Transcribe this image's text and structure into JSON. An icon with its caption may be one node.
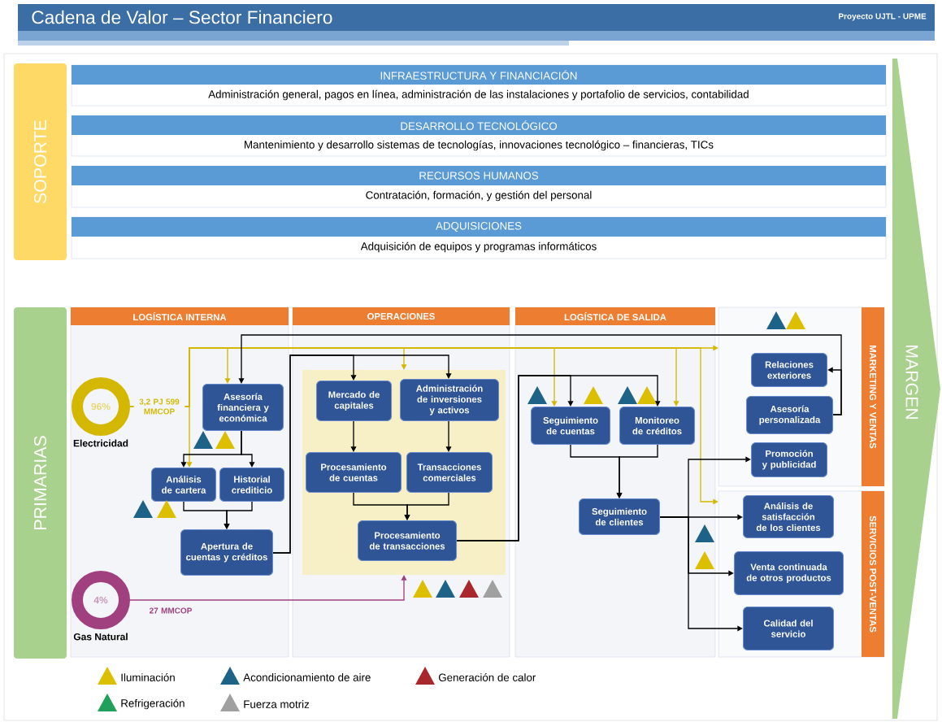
{
  "diagram": {
    "title": "Cadena de Valor – Sector Financiero",
    "nodes": [
      {
        "text": [
          "SOPORTE"
        ]
      },
      {
        "text": [
          "INFRAESTRUCTURA Y FINANCIACIÓN",
          "Administración general, pagos en línea, administración de las instalaciones y portafolio de servicios, contabilidad"
        ]
      },
      {
        "text": [
          "DESARROLLO TECNOLÓGICO",
          "Mantenimiento y desarrollo sistemas de tecnologías, innovaciones tecnológico – financieras, TICs"
        ]
      },
      {
        "text": [
          "RECURSOS HUMANOS",
          "Contratación, formación, y gestión del personal"
        ]
      },
      {
        "text": [
          "ADQUISICIONES",
          "Adquisición de equipos y programas informáticos"
        ]
      },
      {
        "text": [
          "MARGEN"
        ]
      },
      {
        "text": [
          "PRIMARIAS"
        ]
      },
      {
        "text": [
          "LOGÍSTICA INTERNA"
        ]
      },
      {
        "text": [
          "Asesoría financiera y económica"
        ],
        "in": 7
      },
      {
        "text": [
          "Análisis de cartera"
        ],
        "in": 7
      },
      {
        "text": [
          "Historial crediticio"
        ],
        "in": 7
      },
      {
        "text": [
          "Apertura de cuentas y créditos"
        ],
        "in": 7
      },
      {
        "text": [
          "96%"
        ],
        "beside": [
          "Electricidad"
        ],
        "in": 7
      },
      {
        "text": [
          "4%"
        ],
        "beside": [
          "Gas Natural"
        ],
        "in": 7
      },
      {
        "text": [
          "OPERACIONES"
        ]
      },
      {
        "text": [],
        "shape": "box",
        "in": 14
      },
      {
        "text": [
          "Mercado de capitales"
        ],
        "in": 15
      },
      {
        "text": [
          "Administración de inversiones y activos"
        ],
        "in": 15
      },
      {
        "text": [
          "Procesamiento de cuentas"
        ],
        "in": 15
      },
      {
        "text": [
          "Transacciones comerciales"
        ],
        "in": 15
      },
      {
        "text": [
          "Procesamiento de transacciones"
        ],
        "in": 15
      },
      {
        "text": [
          "LOGÍSTICA DE SALIDA"
        ]
      },
      {
        "text": [
          "Seguimiento de cuentas"
        ],
        "in": 21
      },
      {
        "text": [
          "Monitoreo de créditos"
        ],
        "in": 21
      },
      {
        "text": [
          "Seguimiento de clientes"
        ],
        "in": 21
      },
      {
        "text": [
          "MARKETING Y VENTAS"
        ]
      },
      {
        "text": [
          "Relaciones exteriores"
        ],
        "in": 25
      },
      {
        "text": [
          "Asesoría personalizada"
        ],
        "in": 25
      },
      {
        "text": [
          "Promoción y publicidad"
        ],
        "in": 25
      },
      {
        "text": [
          "SERVICIOS POST-VENTAS"
        ]
      },
      {
        "text": [
          "Análisis de satisfacción de los clientes"
        ],
        "in": 29
      },
      {
        "text": [
          "Venta continuada de otros productos"
        ],
        "in": 29
      },
      {
        "text": [
          "Calidad del servicio"
        ],
        "in": 29
      }
    ],
    "edges": [
      {
        "from": 12,
        "to": 8,
        "arrow": "to",
        "color": "#d4b800",
        "label": "3,2 PJ 599 MMCOP"
      },
      {
        "from": 12,
        "to": 9,
        "arrow": "to",
        "color": "#d4b800"
      },
      {
        "from": 12,
        "to": 15,
        "arrow": "to",
        "color": "#d4b800"
      },
      {
        "from": 12,
        "to": 22,
        "arrow": "to",
        "color": "#d4b800"
      },
      {
        "from": 12,
        "to": 23,
        "arrow": "to",
        "color": "#d4b800"
      },
      {
        "from": 12,
        "to": 25,
        "arrow": "to",
        "color": "#d4b800"
      },
      {
        "from": 12,
        "to": 29,
        "arrow": "to",
        "color": "#d4b800"
      },
      {
        "from": 13,
        "to": 15,
        "arrow": "to",
        "color": "#a0407f",
        "label": "27 MMCOP"
      },
      {
        "from": 27,
        "to": 8,
        "arrow": "to"
      },
      {
        "from": 27,
        "to": 26,
        "arrow": "to"
      },
      {
        "from": 8,
        "to": 9,
        "arrow": "to"
      },
      {
        "from": 8,
        "to": 10,
        "arrow": "to"
      },
      {
        "from": 9,
        "to": 11,
        "arrow": "to"
      },
      {
        "from": 10,
        "to": 11,
        "arrow": "to"
      },
      {
        "from": 11,
        "to": 16,
        "arrow": "to"
      },
      {
        "from": 11,
        "to": 17,
        "arrow": "to"
      },
      {
        "from": 16,
        "to": 18,
        "arrow": "to"
      },
      {
        "from": 17,
        "to": 19,
        "arrow": "to"
      },
      {
        "from": 18,
        "to": 20,
        "arrow": "to"
      },
      {
        "from": 19,
        "to": 20,
        "arrow": "to"
      },
      {
        "from": 20,
        "to": 22,
        "arrow": "to"
      },
      {
        "from": 20,
        "to": 23,
        "arrow": "to"
      },
      {
        "from": 22,
        "to": 24,
        "arrow": "to"
      },
      {
        "from": 23,
        "to": 24,
        "arrow": "to"
      },
      {
        "from": 24,
        "to": 30,
        "arrow": "to"
      },
      {
        "from": 24,
        "to": 28,
        "arrow": "to"
      },
      {
        "from": 24,
        "to": 31,
        "arrow": "to"
      },
      {
        "from": 24,
        "to": 32,
        "arrow": "to"
      }
    ],
    "labels": [
      "Proyecto UJTL - UPME"
    ],
    "legend": [
      {
        "text": "Iluminación",
        "color": "#dcc000"
      },
      {
        "text": "Acondicionamiento de aire",
        "color": "#1c6387"
      },
      {
        "text": "Generación de calor",
        "color": "#a8282e"
      },
      {
        "text": "Refrigeración",
        "color": "#21a05b"
      },
      {
        "text": "Fuerza motriz",
        "color": "#a0a0a0"
      }
    ]
  }
}
